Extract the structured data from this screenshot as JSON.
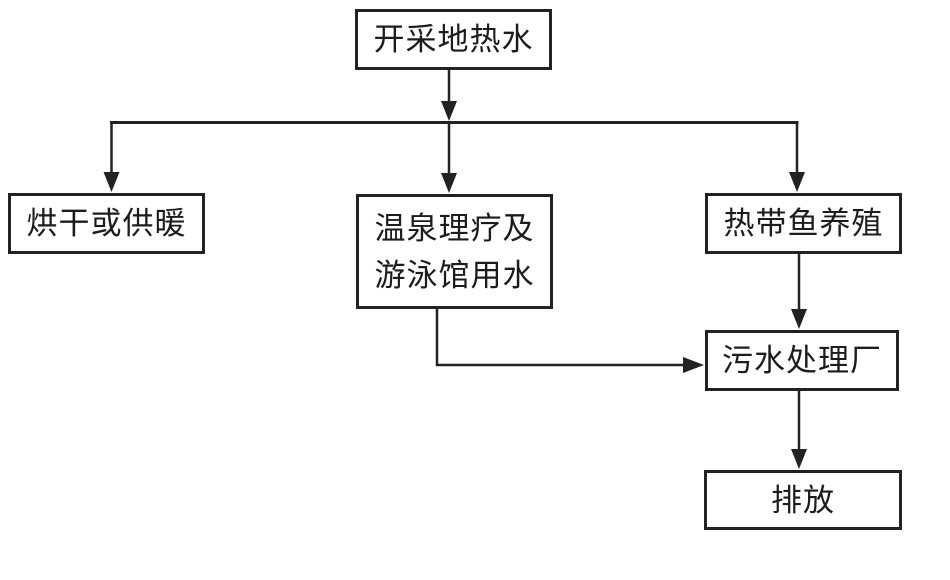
{
  "diagram": {
    "type": "flowchart",
    "description": "Geothermal water cascade utilization flowchart",
    "colors": {
      "background": "#ffffff",
      "line": "#222222",
      "box_fill": "#ffffff",
      "text": "#1c1c1c"
    },
    "nodes": {
      "source": {
        "label": "开采地热水"
      },
      "drying": {
        "label": "烘干或供暖"
      },
      "spa": {
        "label_line1": "温泉理疗及",
        "label_line2": "游泳馆用水"
      },
      "fish": {
        "label": "热带鱼养殖"
      },
      "sewage": {
        "label": "污水处理厂"
      },
      "discharge": {
        "label": "排放"
      }
    },
    "edges": [
      {
        "from": "source",
        "to": "drying",
        "style": "arrow-down"
      },
      {
        "from": "source",
        "to": "spa",
        "style": "arrow-down"
      },
      {
        "from": "source",
        "to": "fish",
        "style": "arrow-down"
      },
      {
        "from": "spa",
        "to": "sewage",
        "style": "arrow-right"
      },
      {
        "from": "fish",
        "to": "sewage",
        "style": "arrow-down"
      },
      {
        "from": "sewage",
        "to": "discharge",
        "style": "arrow-down"
      }
    ]
  }
}
